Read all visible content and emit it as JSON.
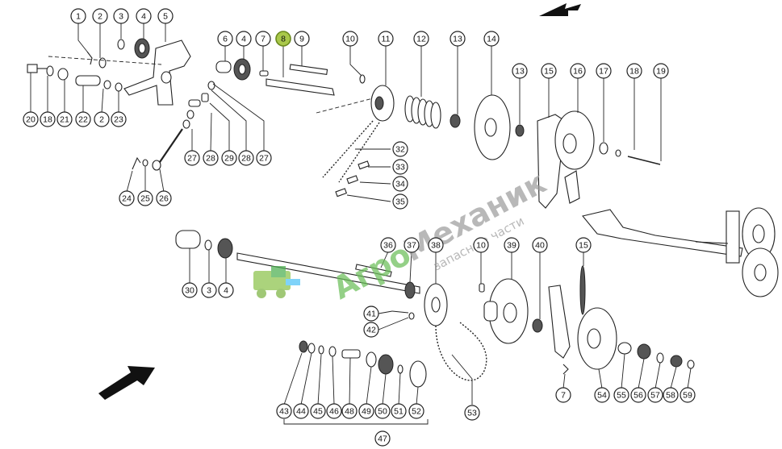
{
  "callouts": [
    {
      "n": "1"
    },
    {
      "n": "2"
    },
    {
      "n": "3"
    },
    {
      "n": "4"
    },
    {
      "n": "5"
    },
    {
      "n": "6"
    },
    {
      "n": "4"
    },
    {
      "n": "7"
    },
    {
      "n": "8",
      "highlight": true
    },
    {
      "n": "9"
    },
    {
      "n": "10"
    },
    {
      "n": "11"
    },
    {
      "n": "12"
    },
    {
      "n": "13"
    },
    {
      "n": "14"
    },
    {
      "n": "13"
    },
    {
      "n": "15"
    },
    {
      "n": "16"
    },
    {
      "n": "17"
    },
    {
      "n": "18"
    },
    {
      "n": "19"
    },
    {
      "n": "20"
    },
    {
      "n": "18"
    },
    {
      "n": "21"
    },
    {
      "n": "22"
    },
    {
      "n": "2"
    },
    {
      "n": "23"
    },
    {
      "n": "27"
    },
    {
      "n": "28"
    },
    {
      "n": "29"
    },
    {
      "n": "28"
    },
    {
      "n": "27"
    },
    {
      "n": "24"
    },
    {
      "n": "25"
    },
    {
      "n": "26"
    },
    {
      "n": "32"
    },
    {
      "n": "33"
    },
    {
      "n": "34"
    },
    {
      "n": "35"
    },
    {
      "n": "30"
    },
    {
      "n": "3"
    },
    {
      "n": "4"
    },
    {
      "n": "36"
    },
    {
      "n": "37"
    },
    {
      "n": "38"
    },
    {
      "n": "10"
    },
    {
      "n": "39"
    },
    {
      "n": "40"
    },
    {
      "n": "15"
    },
    {
      "n": "41"
    },
    {
      "n": "42"
    },
    {
      "n": "43"
    },
    {
      "n": "44"
    },
    {
      "n": "45"
    },
    {
      "n": "46"
    },
    {
      "n": "48"
    },
    {
      "n": "49"
    },
    {
      "n": "50"
    },
    {
      "n": "51"
    },
    {
      "n": "52"
    },
    {
      "n": "53"
    },
    {
      "n": "7"
    },
    {
      "n": "54"
    },
    {
      "n": "55"
    },
    {
      "n": "56"
    },
    {
      "n": "57"
    },
    {
      "n": "58"
    },
    {
      "n": "59"
    },
    {
      "n": "47"
    }
  ],
  "watermark": {
    "brand_left": "Агро",
    "brand_right": "Механик",
    "subtitle": "запасные части"
  },
  "colors": {
    "highlight_fill": "#a9c84a",
    "watermark_green": "#4caf50",
    "watermark_gray": "#9e9e9e"
  }
}
